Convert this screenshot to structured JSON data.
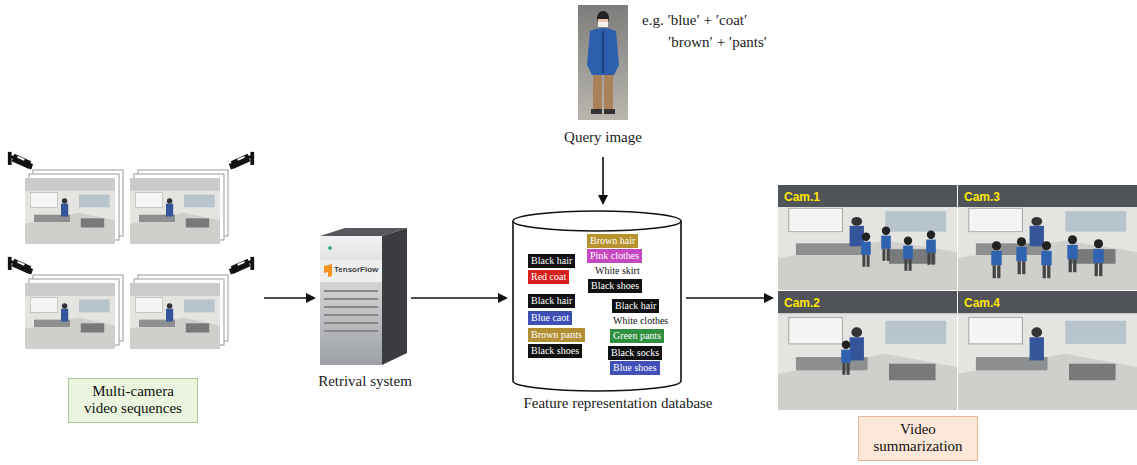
{
  "diagram": {
    "nodes": [
      {
        "text": [
          "Multi-camera video sequences"
        ]
      },
      {
        "text": [
          "Retrival system"
        ]
      },
      {
        "text": [
          "Query image"
        ]
      },
      {
        "text": [
          "Feature representation database"
        ]
      },
      {
        "text": [
          "Brown hair"
        ],
        "in": 3
      },
      {
        "text": [
          "Pink clothes"
        ],
        "in": 3
      },
      {
        "text": [
          "Black hair"
        ],
        "in": 3
      },
      {
        "text": [
          "Red coat"
        ],
        "in": 3
      },
      {
        "text": [
          "White skirt"
        ],
        "in": 3
      },
      {
        "text": [
          "Black shoes"
        ],
        "in": 3
      },
      {
        "text": [
          "Black hair"
        ],
        "in": 3
      },
      {
        "text": [
          "Black hair"
        ],
        "in": 3
      },
      {
        "text": [
          "Blue caot"
        ],
        "in": 3
      },
      {
        "text": [
          "White clothes"
        ],
        "in": 3
      },
      {
        "text": [
          "Brown pants"
        ],
        "in": 3
      },
      {
        "text": [
          "Green pants"
        ],
        "in": 3
      },
      {
        "text": [
          "Black shoes"
        ],
        "in": 3
      },
      {
        "text": [
          "Black socks"
        ],
        "in": 3
      },
      {
        "text": [
          "Blue shoes"
        ],
        "in": 3
      },
      {
        "text": [
          "Cam.1",
          "Cam.3",
          "Cam.2",
          "Cam.4",
          "Video summarization"
        ]
      }
    ],
    "edges": [
      {
        "from": 0,
        "to": 1,
        "arrow": "to"
      },
      {
        "from": 1,
        "to": 3,
        "arrow": "to"
      },
      {
        "from": 2,
        "to": 3,
        "arrow": "to"
      },
      {
        "from": 3,
        "to": 19,
        "arrow": "to"
      }
    ],
    "labels": [
      "e.g. ′blue′ + ′coat′",
      "′brown′ + ′pants′",
      "TensorFlow"
    ]
  }
}
